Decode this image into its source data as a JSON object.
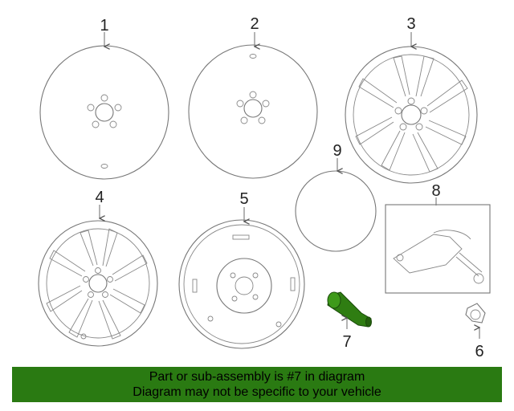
{
  "parts": [
    {
      "number": "1",
      "name": "steel-wheel"
    },
    {
      "number": "2",
      "name": "steel-wheel"
    },
    {
      "number": "3",
      "name": "alloy-wheel"
    },
    {
      "number": "4",
      "name": "alloy-wheel"
    },
    {
      "number": "5",
      "name": "spare-wheel"
    },
    {
      "number": "6",
      "name": "valve-cap"
    },
    {
      "number": "7",
      "name": "valve-stem"
    },
    {
      "number": "8",
      "name": "tpms-sensor"
    },
    {
      "number": "9",
      "name": "balance-weight"
    }
  ],
  "highlight_part": "7",
  "colors": {
    "highlight": "#2f7d12",
    "banner_bg": "#2a7a12",
    "line": "#777777"
  },
  "banner": {
    "line1": "Part or sub-assembly is #7 in diagram",
    "line2": "Diagram may not be specific to your vehicle"
  }
}
